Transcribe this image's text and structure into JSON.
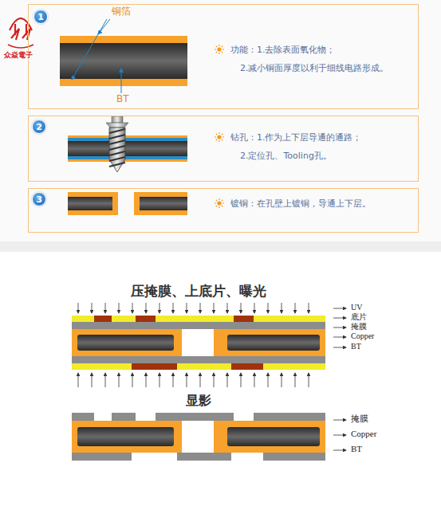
{
  "diagram": {
    "nodes": [
      {
        "text": [
          "功能：1.去除表面氧化物；",
          "2.减小铜面厚度以利于细线电路形成。"
        ]
      },
      {
        "text": [
          "1"
        ],
        "in": 0
      },
      {
        "text": [
          "钻孔：1.作为上下层导通的通路；",
          "2.定位孔、Tooling孔。"
        ]
      },
      {
        "text": [
          "2"
        ],
        "in": 2
      },
      {
        "text": [
          "镀铜：在孔壁上镀铜，导通上下层。"
        ]
      },
      {
        "text": [
          "3"
        ],
        "in": 4
      }
    ],
    "labels": [
      "众焱電子",
      "铜箔",
      "BT",
      "压掩膜、上底片、曝光",
      "UV",
      "底片",
      "掩膜",
      "Copper",
      "BT",
      "显影",
      "掩膜",
      "Copper",
      "BT"
    ]
  }
}
